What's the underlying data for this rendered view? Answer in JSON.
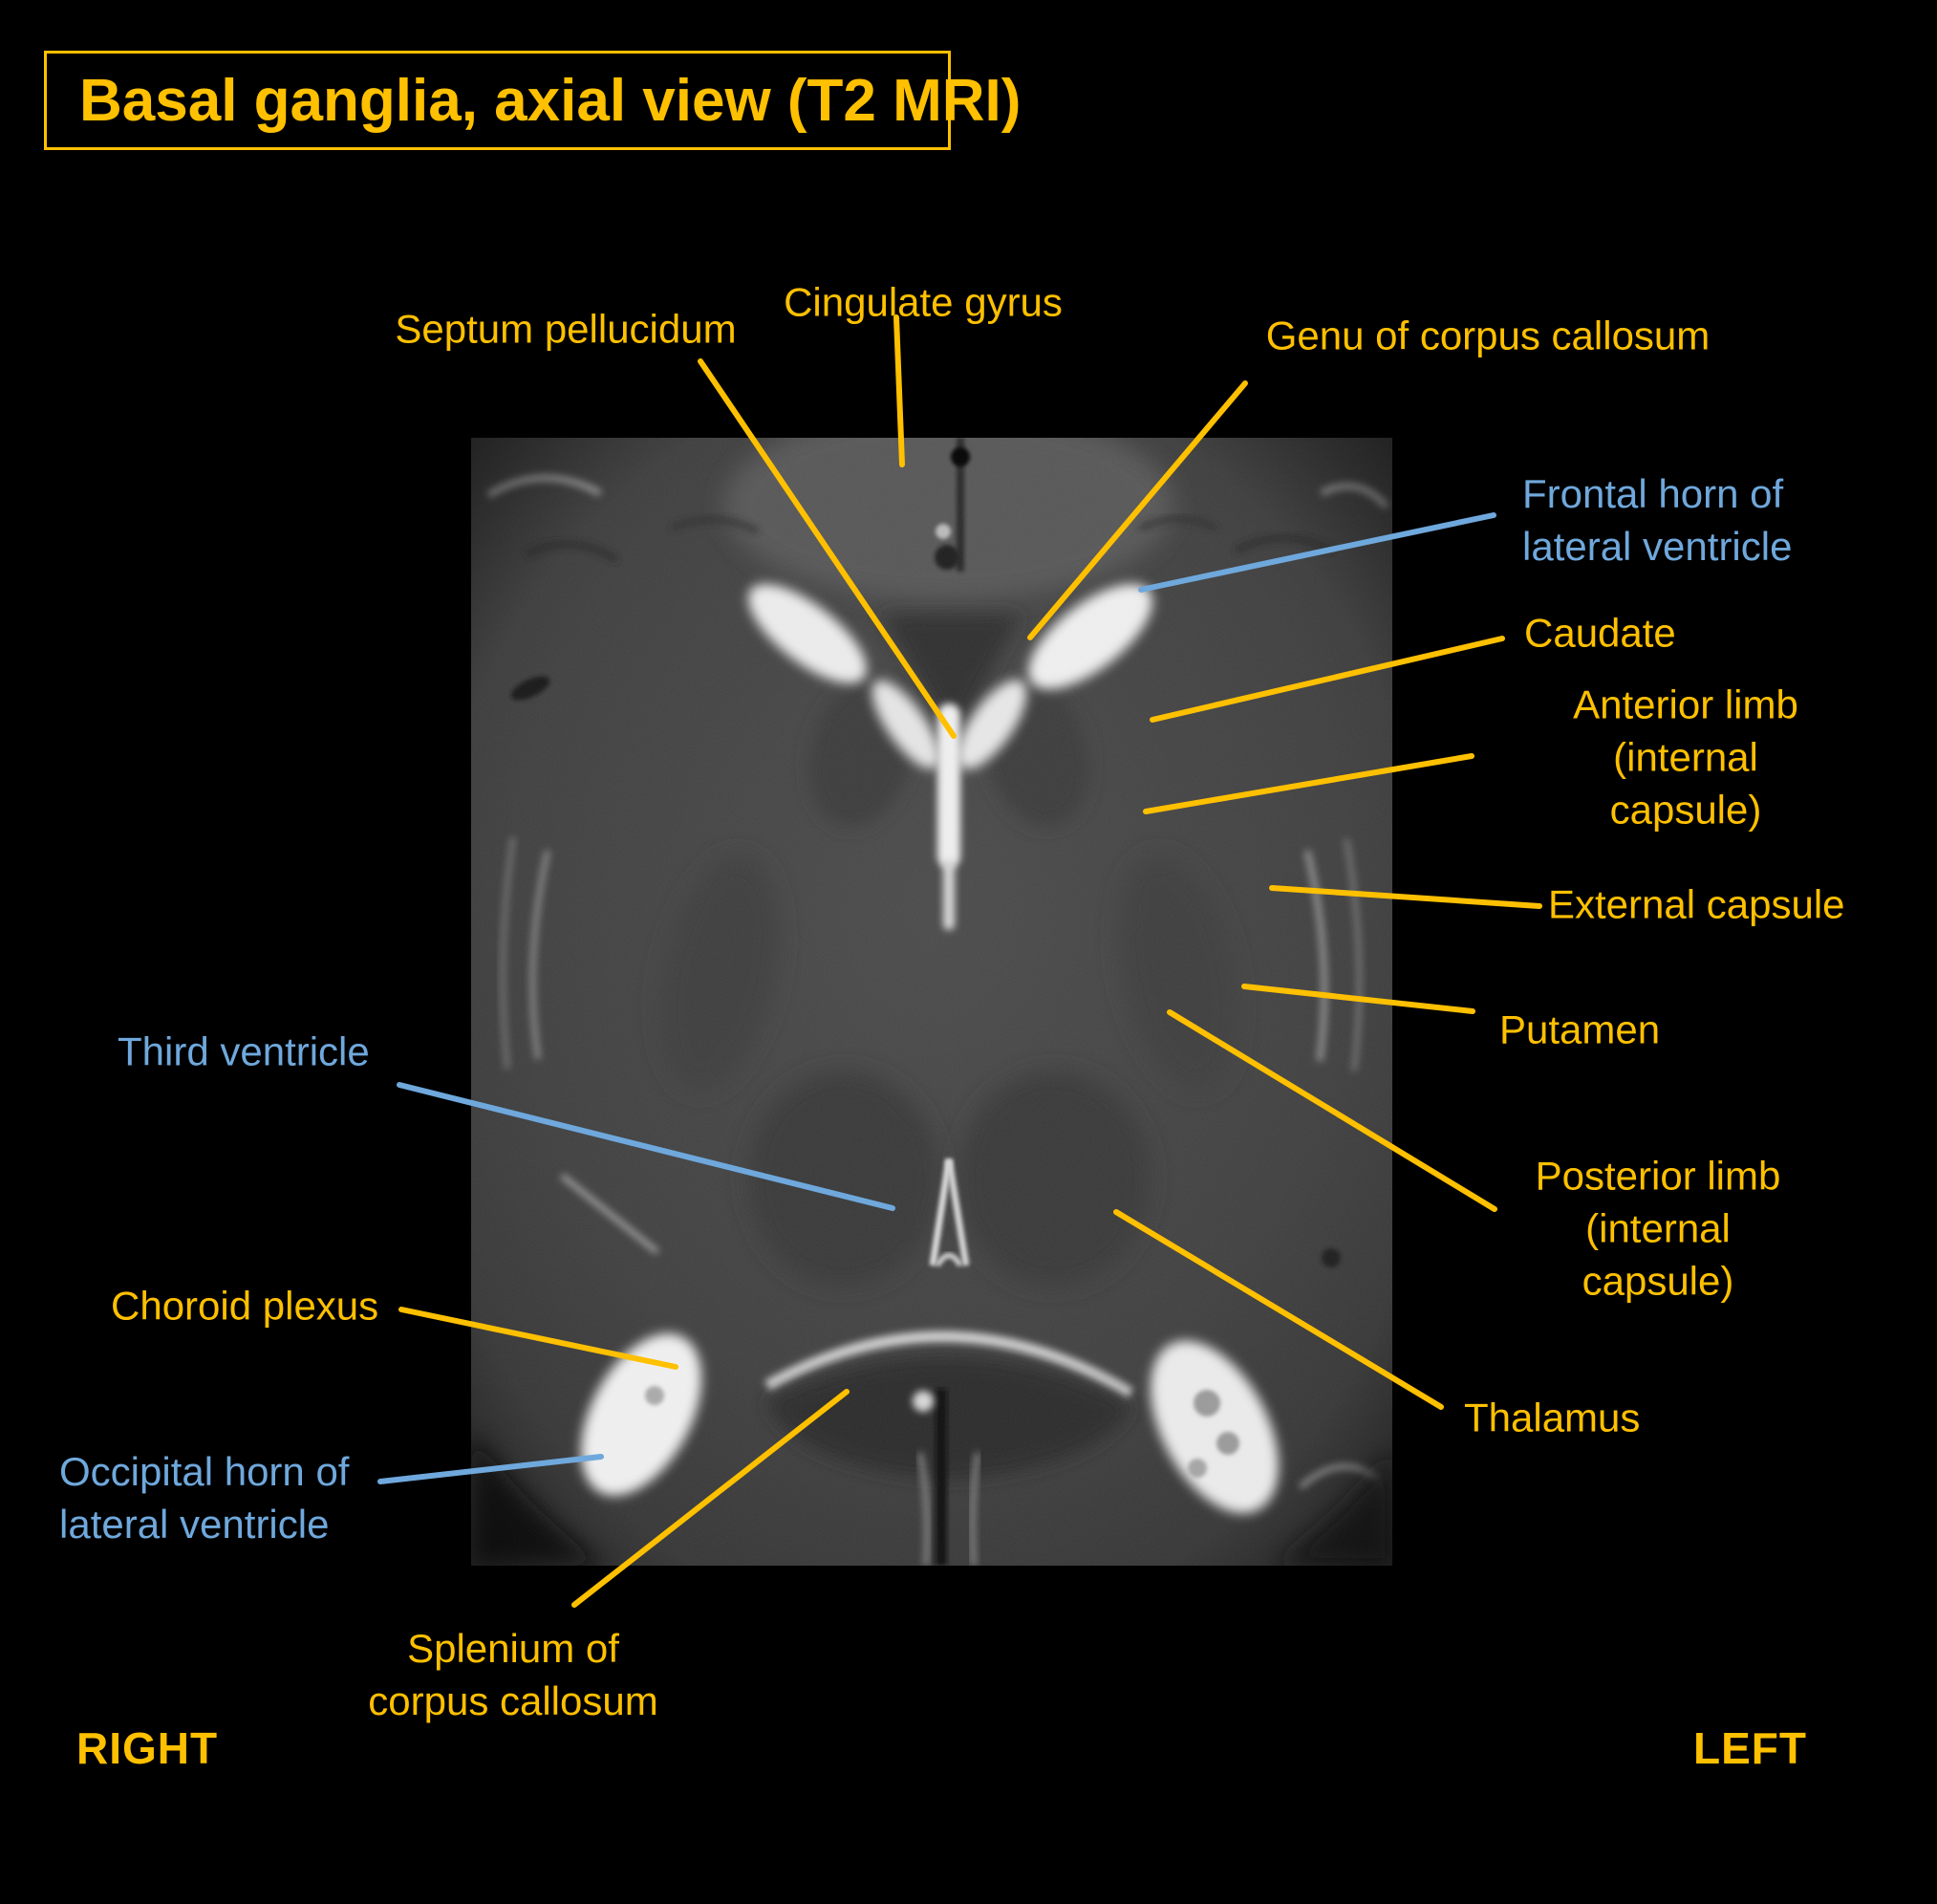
{
  "title": "Basal ganglia, axial view (T2 MRI)",
  "orientation_markers": {
    "bottom_left": "RIGHT",
    "bottom_right": "LEFT"
  },
  "colors": {
    "label_orange": "#FFC000",
    "label_blue": "#6FA8DC",
    "background": "#000000"
  },
  "labels": [
    {
      "id": "cingulate-gyrus",
      "text": "Cingulate gyrus",
      "color": "orange"
    },
    {
      "id": "septum-pellucidum",
      "text": "Septum pellucidum",
      "color": "orange"
    },
    {
      "id": "genu-corpus-callosum",
      "text": "Genu of corpus callosum",
      "color": "orange"
    },
    {
      "id": "frontal-horn-lateral-ventricle",
      "text": "Frontal horn of\nlateral ventricle",
      "color": "blue"
    },
    {
      "id": "caudate",
      "text": "Caudate",
      "color": "orange"
    },
    {
      "id": "anterior-limb-internal-capsule",
      "text": "Anterior limb\n(internal capsule)",
      "color": "orange"
    },
    {
      "id": "external-capsule",
      "text": "External capsule",
      "color": "orange"
    },
    {
      "id": "putamen",
      "text": "Putamen",
      "color": "orange"
    },
    {
      "id": "posterior-limb-internal-capsule",
      "text": "Posterior limb\n(internal capsule)",
      "color": "orange"
    },
    {
      "id": "thalamus",
      "text": "Thalamus",
      "color": "orange"
    },
    {
      "id": "third-ventricle",
      "text": "Third ventricle",
      "color": "blue"
    },
    {
      "id": "choroid-plexus",
      "text": "Choroid plexus",
      "color": "orange"
    },
    {
      "id": "occipital-horn-lateral-ventricle",
      "text": "Occipital horn of\nlateral ventricle",
      "color": "blue"
    },
    {
      "id": "splenium-corpus-callosum",
      "text": "Splenium of\ncorpus callosum",
      "color": "orange"
    }
  ]
}
